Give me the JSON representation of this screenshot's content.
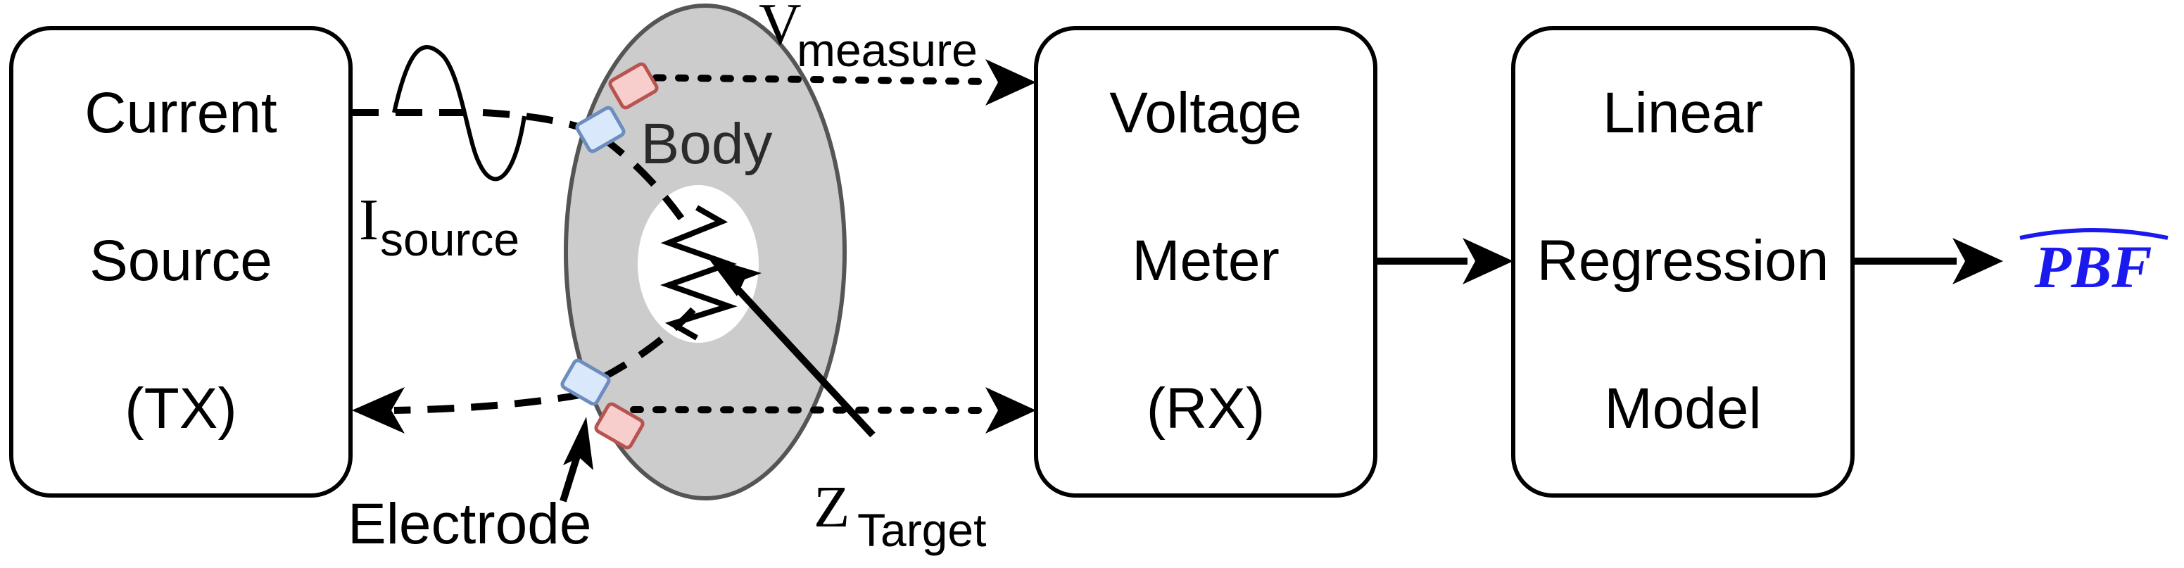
{
  "boxes": {
    "current_source": {
      "line1": "Current",
      "line2": "Source",
      "line3": "(TX)"
    },
    "voltage_meter": {
      "line1": "Voltage",
      "line2": "Meter",
      "line3": "(RX)"
    },
    "regression": {
      "line1": "Linear",
      "line2": "Regression",
      "line3": "Model"
    }
  },
  "labels": {
    "body": "Body",
    "electrode": "Electrode",
    "v_symbol": "V",
    "v_sub": "measure",
    "i_symbol": "I",
    "i_sub": "source",
    "z_symbol": "Z",
    "z_sub": "Target",
    "output": "PBF"
  },
  "colors": {
    "output": "#1a1aee",
    "body_fill": "#cccccc",
    "injection_electrode": "#dae8fc",
    "measure_electrode": "#f8cecc"
  }
}
